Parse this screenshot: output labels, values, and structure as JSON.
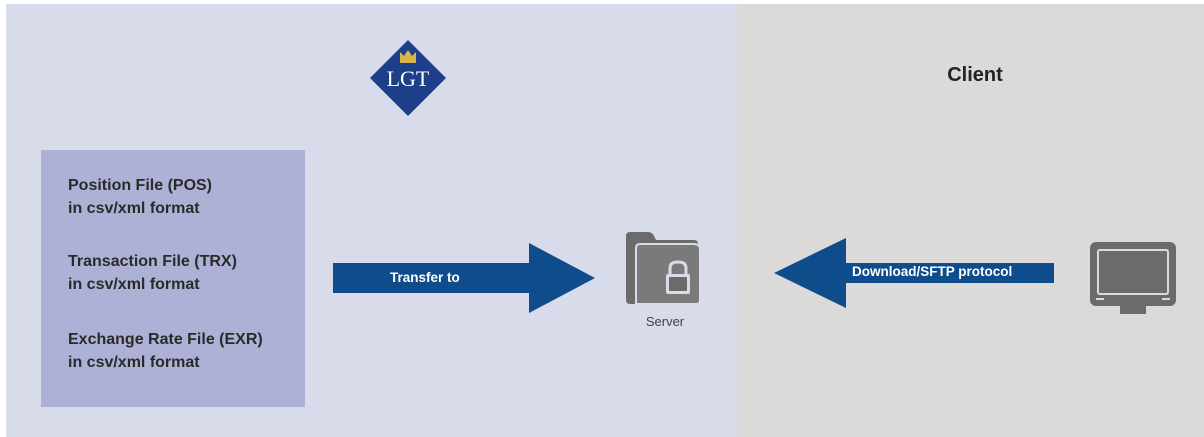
{
  "logo": {
    "text": "LGT",
    "icon": "crown-icon"
  },
  "client": {
    "title": "Client"
  },
  "files": [
    {
      "name": "Position File (POS)",
      "format": "in csv/xml format"
    },
    {
      "name": "Transaction File (TRX)",
      "format": "in csv/xml format"
    },
    {
      "name": "Exchange Rate File (EXR)",
      "format": "in csv/xml format"
    }
  ],
  "arrows": {
    "transfer": "Transfer to",
    "download": "Download/SFTP protocol"
  },
  "server": {
    "label": "Server",
    "icon": "folder-lock-icon"
  },
  "monitor": {
    "icon": "monitor-icon"
  },
  "colors": {
    "left_panel": "#d7dbea",
    "right_panel": "#dcd9d9",
    "files_box": "#aeb1d6",
    "arrow": "#0f4c8c",
    "logo": "#1d3f8a",
    "icon_gray": "#6b6b6b"
  }
}
